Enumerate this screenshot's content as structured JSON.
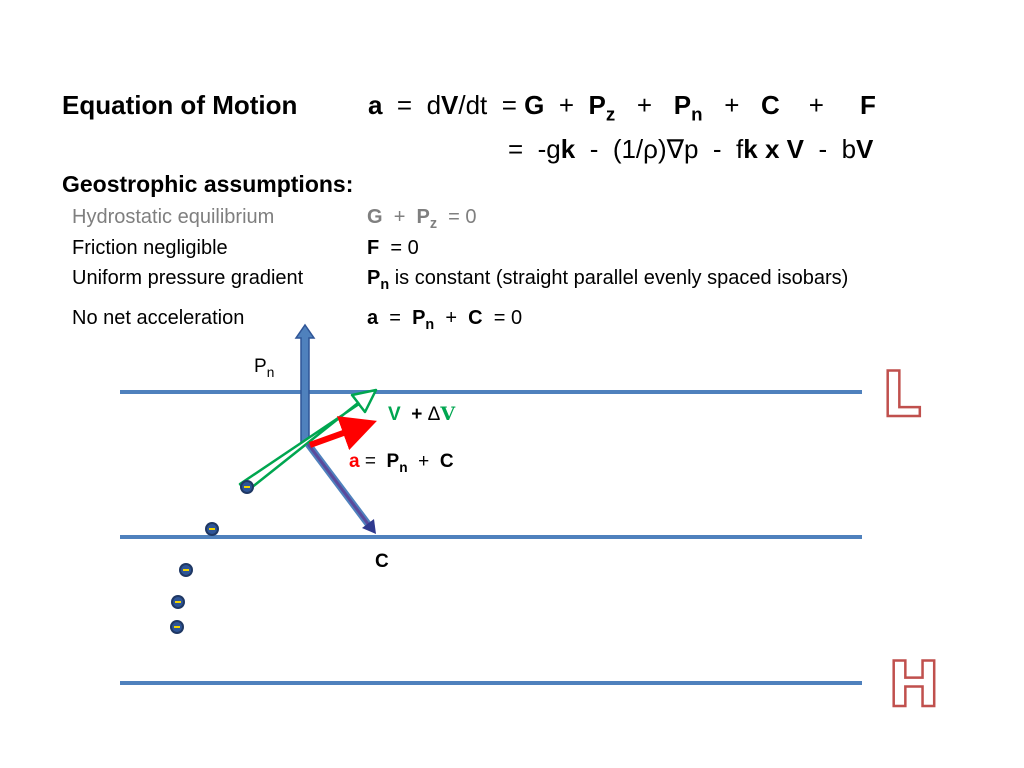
{
  "header": {
    "title": "Equation of Motion",
    "eq1": {
      "a": "a",
      "eq": "=",
      "d": "d",
      "V": "V",
      "dt": "/dt",
      "eq2": "=",
      "G": "G",
      "plus1": "+",
      "P1": "P",
      "z": "z",
      "plus2": "+",
      "P2": "P",
      "n": "n",
      "plus3": "+",
      "C": "C",
      "plus4": "+",
      "F": "F"
    },
    "eq2": {
      "eq": "=",
      "mg": "-g",
      "k": "k",
      "dash1": "-",
      "rho": "(1/ρ)∇p",
      "dash2": "-",
      "f": "f",
      "kxV": "k x V",
      "dash3": "-",
      "b": "b",
      "V": "V"
    }
  },
  "assumptions": {
    "title": "Geostrophic assumptions:",
    "rows": [
      {
        "label": "Hydrostatic equilibrium",
        "eq_a": "G",
        "eq_b": "+",
        "eq_c": "P",
        "eq_sub": "z",
        "eq_d": "= 0"
      },
      {
        "label": "Friction negligible",
        "eq_a": "F",
        "eq_b": "= 0"
      },
      {
        "label": "Uniform pressure gradient",
        "eq_a": "P",
        "eq_sub": "n",
        "eq_b": "is constant (straight parallel evenly spaced isobars)"
      },
      {
        "label": "No net acceleration",
        "eq_a": "a",
        "eq_b": "=",
        "eq_c": "P",
        "eq_sub": "n",
        "eq_d": "+",
        "eq_e": "C",
        "eq_f": "= 0"
      }
    ]
  },
  "diagram": {
    "pn_label": "P",
    "pn_sub": "n",
    "v_label": "V",
    "v_plus": "+",
    "v_delta": "Δ",
    "v_delta_v": "V",
    "a_label": "a",
    "a_eq": "=",
    "a_p": "P",
    "a_sub": "n",
    "a_plus": "+",
    "a_c": "C",
    "c_label": "C",
    "low": "L",
    "high": "H",
    "colors": {
      "isobar": "#4f81bd",
      "pressure_gradient": "#4f81bd",
      "velocity": "#00a650",
      "acceleration": "#ff0000",
      "coriolis": "#4f81bd",
      "low_high_outline": "#c0504d"
    }
  }
}
